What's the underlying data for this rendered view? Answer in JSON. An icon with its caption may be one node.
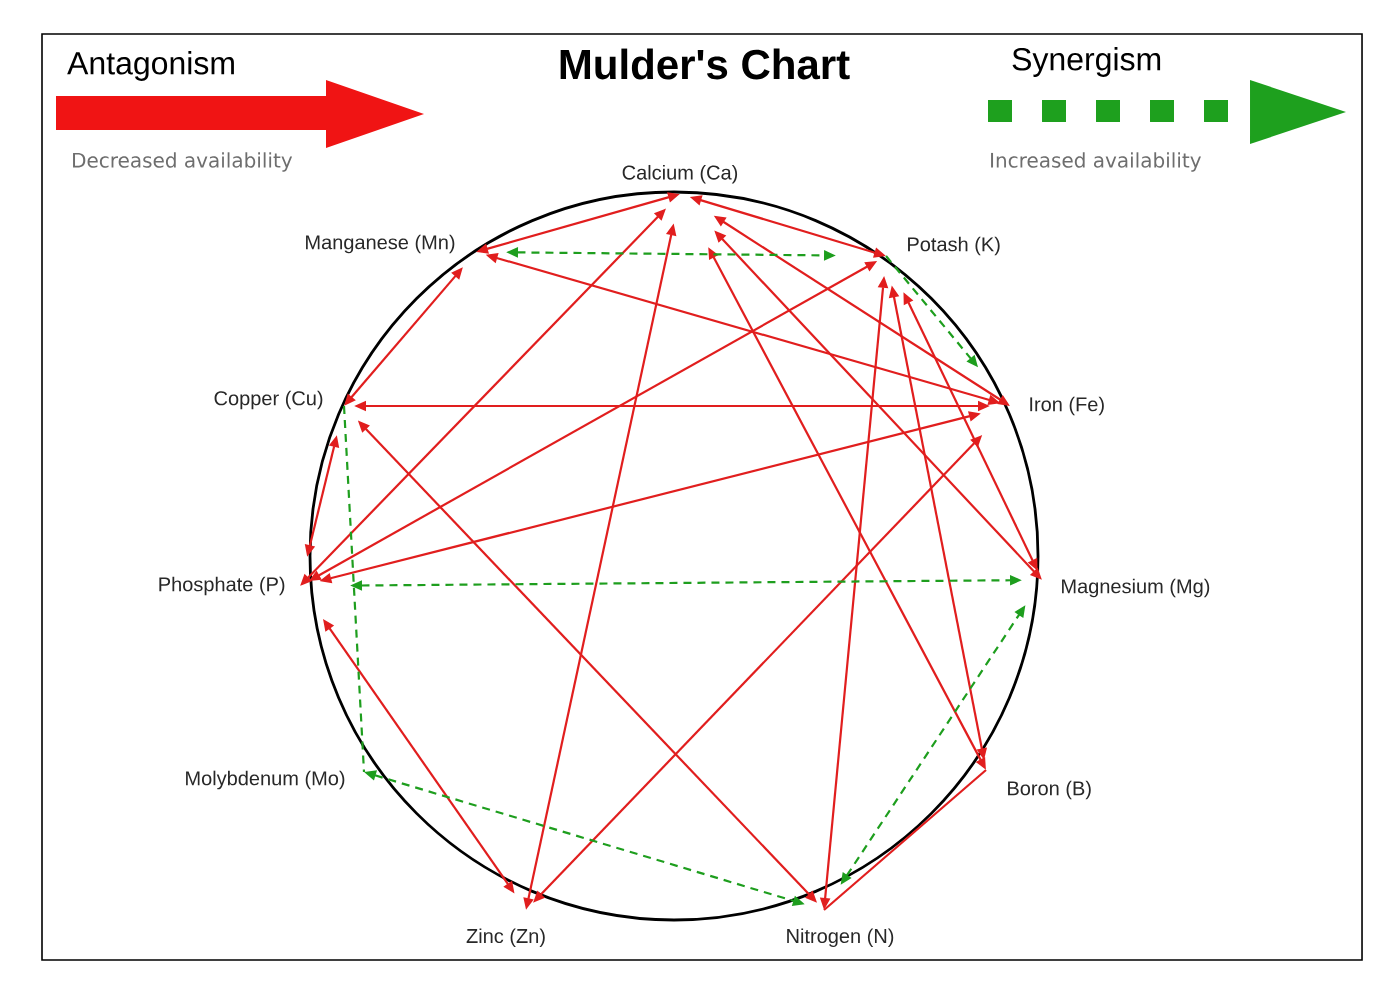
{
  "diagram": {
    "title": "Mulder's Chart",
    "nodes": [
      {
        "text": [
          "Calcium (Ca)"
        ]
      },
      {
        "text": [
          "Manganese (Mn)"
        ]
      },
      {
        "text": [
          "Potash (K)"
        ]
      },
      {
        "text": [
          "Copper (Cu)"
        ]
      },
      {
        "text": [
          "Iron (Fe)"
        ]
      },
      {
        "text": [
          "Phosphate (P)"
        ]
      },
      {
        "text": [
          "Magnesium (Mg)"
        ]
      },
      {
        "text": [
          "Molybdenum (Mo)"
        ]
      },
      {
        "text": [
          "Boron (B)"
        ]
      },
      {
        "text": [
          "Zinc (Zn)"
        ]
      },
      {
        "text": [
          "Nitrogen (N)"
        ]
      }
    ],
    "edges": [
      {
        "from": 0,
        "to": 1,
        "arrow": "both"
      },
      {
        "from": 0,
        "to": 2,
        "arrow": "both"
      },
      {
        "from": 0,
        "to": 5,
        "arrow": "both"
      },
      {
        "from": 0,
        "to": 9,
        "arrow": "both"
      },
      {
        "from": 0,
        "to": 4,
        "arrow": "both"
      },
      {
        "from": 0,
        "to": 6,
        "arrow": "both"
      },
      {
        "from": 0,
        "to": 8,
        "arrow": "both"
      },
      {
        "from": 1,
        "to": 4,
        "arrow": "both"
      },
      {
        "from": 1,
        "to": 3,
        "arrow": "both"
      },
      {
        "from": 2,
        "to": 5,
        "arrow": "both"
      },
      {
        "from": 2,
        "to": 10,
        "arrow": "both"
      },
      {
        "from": 2,
        "to": 8,
        "arrow": "both"
      },
      {
        "from": 2,
        "to": 6,
        "arrow": "both"
      },
      {
        "from": 4,
        "to": 3,
        "arrow": "both"
      },
      {
        "from": 4,
        "to": 5,
        "arrow": "both"
      },
      {
        "from": 4,
        "to": 9,
        "arrow": "both"
      },
      {
        "from": 3,
        "to": 10,
        "arrow": "both"
      },
      {
        "from": 5,
        "to": 3,
        "arrow": "both"
      },
      {
        "from": 5,
        "to": 9,
        "arrow": "both"
      },
      {
        "from": 10,
        "to": 8,
        "arrow": "none"
      },
      {
        "from": 1,
        "to": 2,
        "arrow": "both",
        "style": "dashed",
        "color": "#1e9e1e"
      },
      {
        "from": 2,
        "to": 4,
        "arrow": "to",
        "style": "dashed",
        "color": "#1e9e1e"
      },
      {
        "from": 5,
        "to": 6,
        "arrow": "both",
        "style": "dashed",
        "color": "#1e9e1e"
      },
      {
        "from": 3,
        "to": 7,
        "arrow": "none",
        "style": "dashed",
        "color": "#1e9e1e"
      },
      {
        "from": 7,
        "to": 10,
        "arrow": "both",
        "style": "dashed",
        "color": "#1e9e1e"
      },
      {
        "from": 10,
        "to": 6,
        "arrow": "both",
        "style": "dashed",
        "color": "#1e9e1e"
      }
    ],
    "labels": [
      "Decreased availability",
      "Increased availability"
    ],
    "legend": [
      {
        "text": "Antagonism"
      },
      {
        "text": "Synergism"
      }
    ]
  }
}
